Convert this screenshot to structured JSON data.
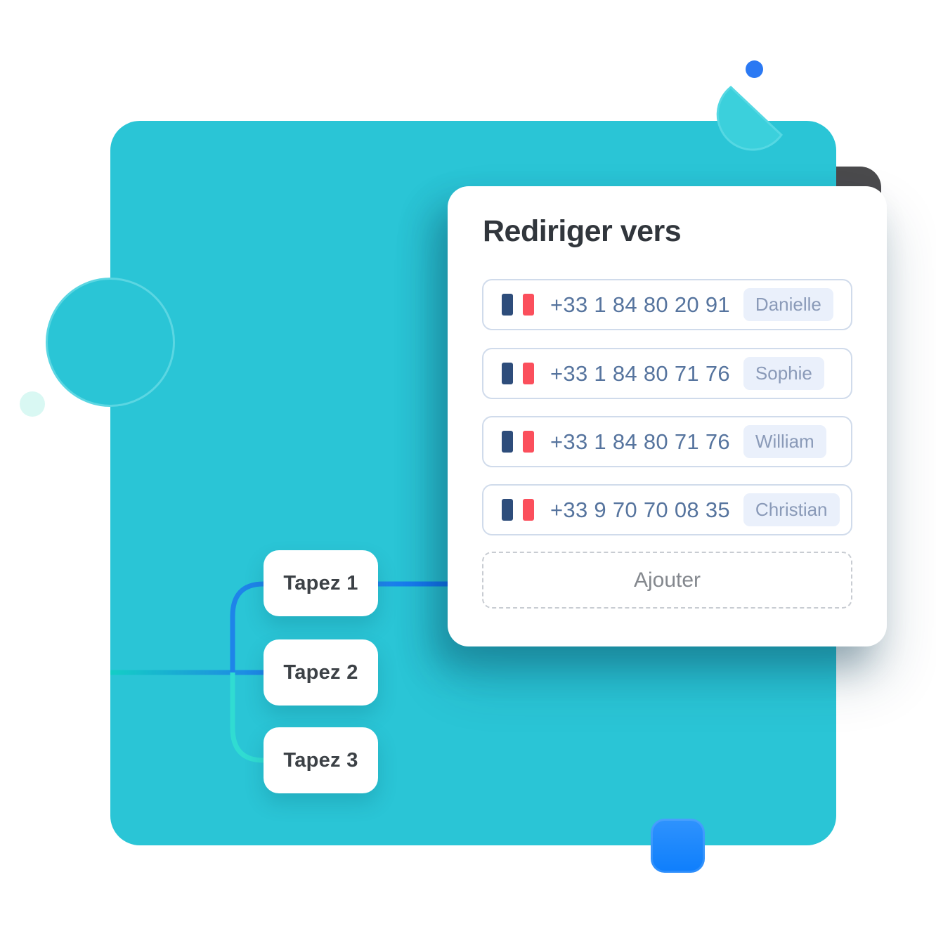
{
  "card": {
    "title": "Rediriger vers",
    "add_button_label": "Ajouter",
    "rows": [
      {
        "flag": "france-flag",
        "phone": "+33 1 84 80 20 91",
        "name": "Danielle"
      },
      {
        "flag": "france-flag",
        "phone": "+33 1 84 80 71 76",
        "name": "Sophie"
      },
      {
        "flag": "france-flag",
        "phone": "+33 1 84 80 71 76",
        "name": "William"
      },
      {
        "flag": "france-flag",
        "phone": "+33 9 70 70 08 35",
        "name": "Christian"
      }
    ]
  },
  "flow": {
    "nodes": [
      {
        "label": "Tapez 1"
      },
      {
        "label": "Tapez 2"
      },
      {
        "label": "Tapez 3"
      }
    ]
  },
  "colors": {
    "teal_background": "#2ac5d6",
    "line_blue": "#1e84e9",
    "line_teal": "#30dcd2",
    "line_start_teal": "#13cec6",
    "flag_blue": "#2e4d7b",
    "flag_red": "#fb4f5c",
    "phone_text": "#56749e",
    "badge_background": "#eaf0fb",
    "badge_text": "#8a9ab8",
    "title_text": "#31363c",
    "blue_square": "#1080fc",
    "blue_dot": "#2b79f3",
    "dark_corner": "#4b4b4d"
  }
}
